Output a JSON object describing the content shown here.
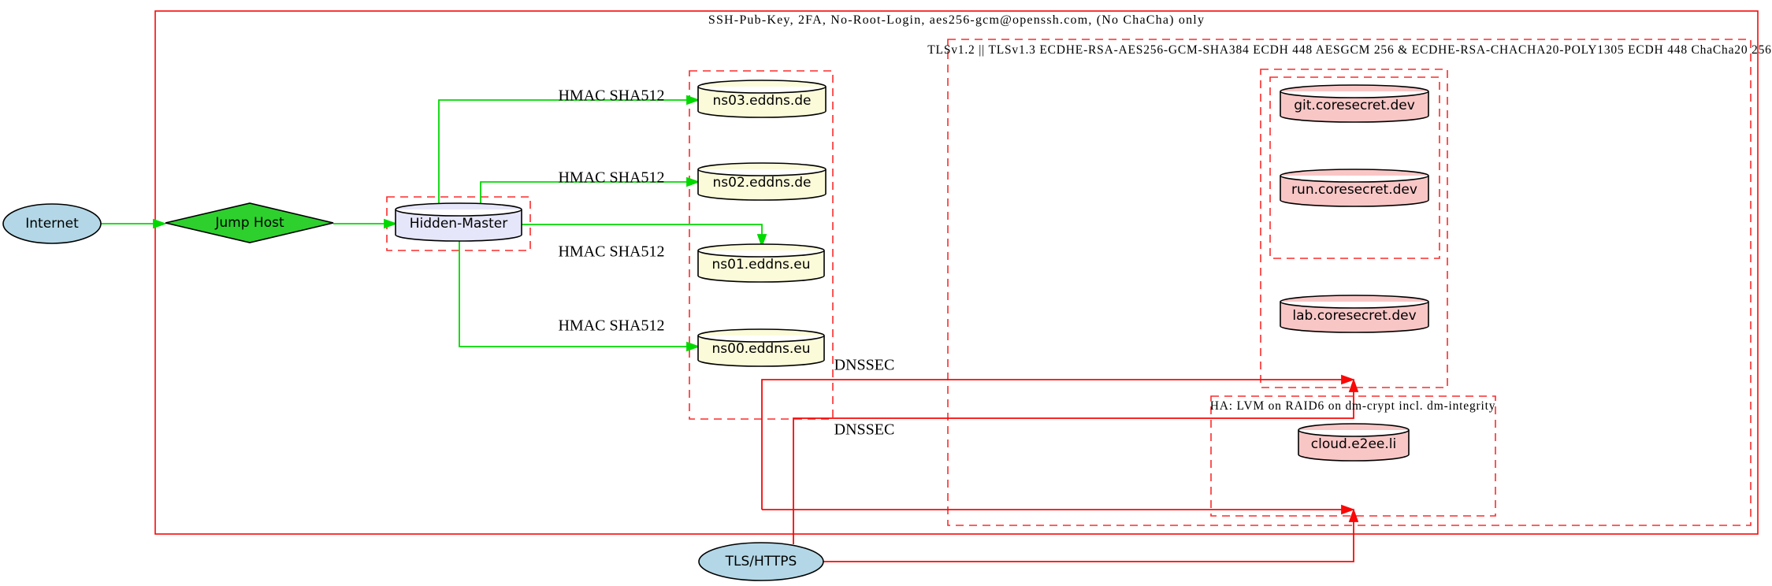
{
  "diagram": {
    "clusters": {
      "ssh": {
        "label": "SSH-Pub-Key, 2FA, No-Root-Login, aes256-gcm@openssh.com, (No ChaCha) only"
      },
      "tls": {
        "label": "TLSv1.2 || TLSv1.3 ECDHE-RSA-AES256-GCM-SHA384 ECDH 448 AESGCM 256 & ECDHE-RSA-CHACHA20-POLY1305 ECDH 448 ChaCha20 256"
      },
      "ha": {
        "label": "HA: LVM on RAID6 on dm-crypt incl. dm-integrity"
      }
    },
    "nodes": {
      "internet": {
        "label": "Internet"
      },
      "jump_host": {
        "label": "Jump Host"
      },
      "hidden_master": {
        "label": "Hidden-Master"
      },
      "ns03": {
        "label": "ns03.eddns.de"
      },
      "ns02": {
        "label": "ns02.eddns.de"
      },
      "ns01": {
        "label": "ns01.eddns.eu"
      },
      "ns00": {
        "label": "ns00.eddns.eu"
      },
      "git": {
        "label": "git.coresecret.dev"
      },
      "run": {
        "label": "run.coresecret.dev"
      },
      "lab": {
        "label": "lab.coresecret.dev"
      },
      "cloud": {
        "label": "cloud.e2ee.li"
      },
      "tls_https": {
        "label": "TLS/HTTPS"
      }
    },
    "edge_labels": {
      "hmac_ns03": "HMAC SHA512",
      "hmac_ns02": "HMAC SHA512",
      "hmac_ns01": "HMAC SHA512",
      "hmac_ns00": "HMAC SHA512",
      "dnssec_top": "DNSSEC",
      "dnssec_bottom": "DNSSEC"
    },
    "colors": {
      "ellipse_fill": "#b3d7e6",
      "diamond_fill": "#2ed02e",
      "master_fill": "#e6e6fa",
      "dns_fill": "#fbfbda",
      "web_fill": "#f9c6c6",
      "green_edge": "#00d900",
      "red_edge": "#f90808",
      "cluster_red": "#fb2b2b",
      "node_border": "#000000"
    }
  }
}
